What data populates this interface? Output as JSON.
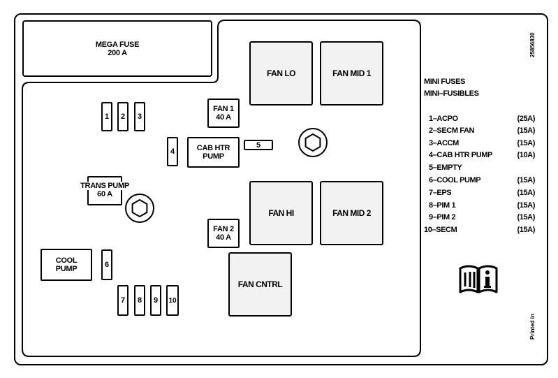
{
  "diagram": {
    "mega_fuse": {
      "line1": "MEGA FUSE",
      "line2": "200 A"
    },
    "relays": {
      "fan_lo": "FAN LO",
      "fan_mid_1": "FAN MID 1",
      "fan_hi": "FAN HI",
      "fan_mid_2": "FAN MID 2",
      "fan_cntrl": "FAN CNTRL"
    },
    "maxi": {
      "fan1": {
        "line1": "FAN 1",
        "line2": "40 A"
      },
      "fan2": {
        "line1": "FAN 2",
        "line2": "40 A"
      },
      "cab_htr_pump": {
        "line1": "CAB HTR",
        "line2": "PUMP"
      },
      "trans_pump": {
        "line1": "TRANS PUMP",
        "line2": "60 A"
      },
      "cool_pump": {
        "line1": "COOL",
        "line2": "PUMP"
      }
    },
    "mini_labels": {
      "f1": "1",
      "f2": "2",
      "f3": "3",
      "f4": "4",
      "f5": "5",
      "f6": "6",
      "f7": "7",
      "f8": "8",
      "f9": "9",
      "f10": "10"
    },
    "part_number": "25856830",
    "printed_in": "Printed in"
  },
  "legend": {
    "title1": "MINI FUSES",
    "title2": "MINI–FUSIBLES",
    "items": [
      {
        "name": "1–ACPO",
        "amps": "(25A)"
      },
      {
        "name": "2–SECM FAN",
        "amps": "(15A)"
      },
      {
        "name": "3–ACCM",
        "amps": "(15A)"
      },
      {
        "name": "4–CAB HTR PUMP",
        "amps": "(10A)"
      },
      {
        "name": "5–EMPTY",
        "amps": ""
      },
      {
        "name": "6–COOL PUMP",
        "amps": "(15A)"
      },
      {
        "name": "7–EPS",
        "amps": "(15A)"
      },
      {
        "name": "8–PIM 1",
        "amps": "(15A)"
      },
      {
        "name": "9–PIM 2",
        "amps": "(15A)"
      },
      {
        "name": "10–SECM",
        "amps": "(15A)"
      }
    ]
  }
}
